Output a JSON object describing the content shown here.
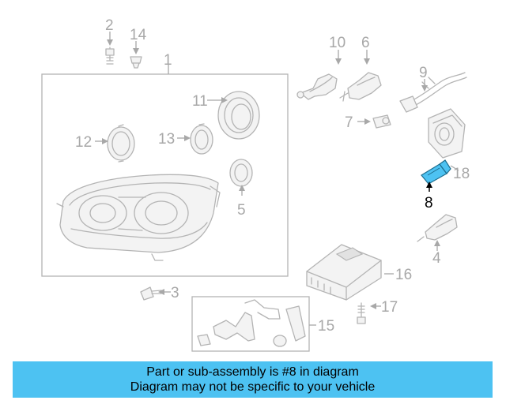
{
  "callouts": {
    "c1": "1",
    "c2": "2",
    "c3": "3",
    "c4": "4",
    "c5": "5",
    "c6": "6",
    "c7": "7",
    "c8": "8",
    "c9": "9",
    "c10": "10",
    "c11": "11",
    "c12": "12",
    "c13": "13",
    "c14": "14",
    "c15": "15",
    "c16": "16",
    "c17": "17",
    "c18": "18"
  },
  "highlight": {
    "part": "8",
    "color": "#4dc2f2"
  },
  "banner": {
    "line1": "Part or sub-assembly is #8 in diagram",
    "line2": "Diagram may not be specific to your vehicle",
    "color": "#4dc2f2"
  }
}
